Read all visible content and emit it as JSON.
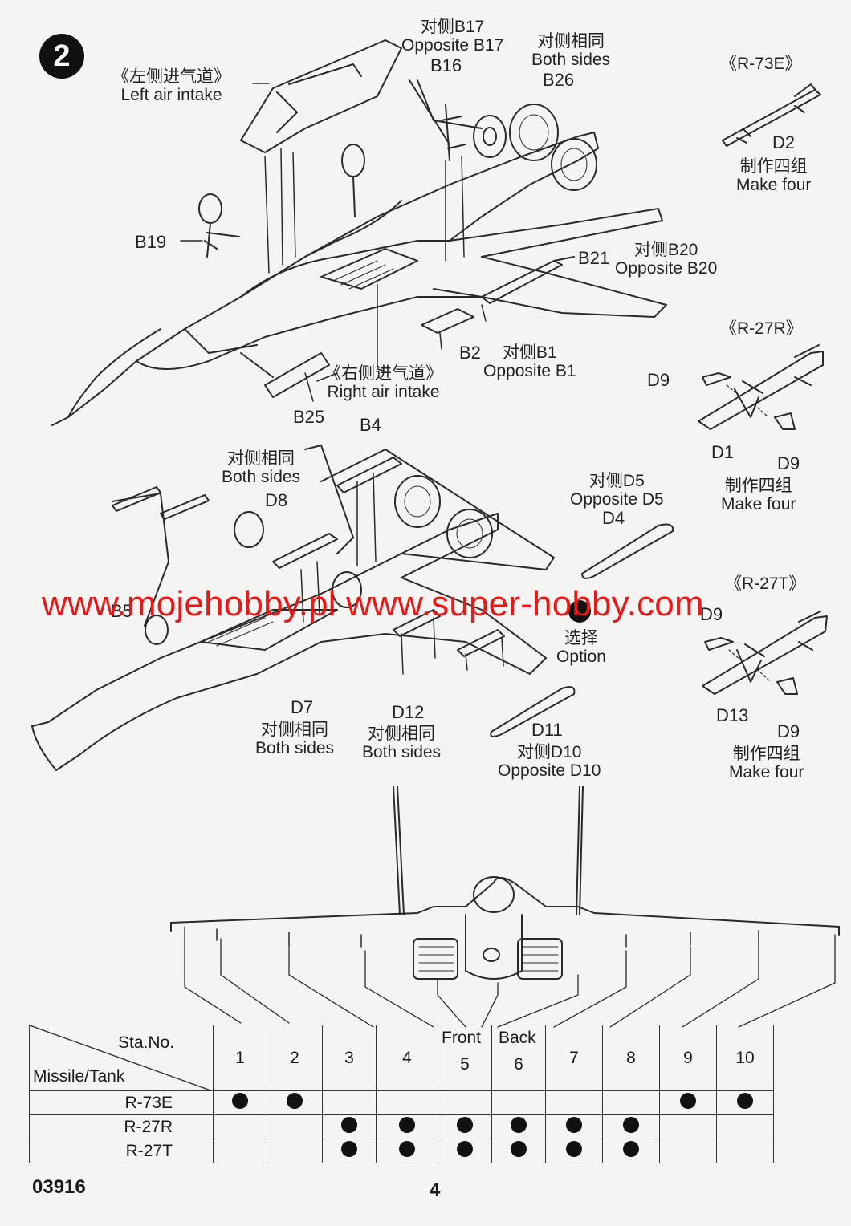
{
  "step_number": "2",
  "labels": {
    "left_intake_cn": "《左侧进气道》",
    "left_intake_en": "Left air intake",
    "b17_cn": "对侧B17",
    "b17_en": "Opposite B17",
    "b16": "B16",
    "both1_cn": "对侧相同",
    "both1_en": "Both sides",
    "b26": "B26",
    "r73e": "《R-73E》",
    "d2": "D2",
    "make4_1_cn": "制作四组",
    "make4_1_en": "Make four",
    "b19": "B19",
    "b21": "B21",
    "b20_cn": "对侧B20",
    "b20_en": "Opposite B20",
    "r27r": "《R-27R》",
    "b2": "B2",
    "b1_cn": "对侧B1",
    "b1_en": "Opposite B1",
    "right_intake_cn": "《右侧进气道》",
    "right_intake_en": "Right air intake",
    "b25": "B25",
    "d9a": "D9",
    "d1": "D1",
    "d9b": "D9",
    "make4_2_cn": "制作四组",
    "make4_2_en": "Make four",
    "b4": "B4",
    "both2_cn": "对侧相同",
    "both2_en": "Both sides",
    "d8": "D8",
    "d5_cn": "对侧D5",
    "d5_en": "Opposite D5",
    "d4": "D4",
    "b5": "B5",
    "r27t": "《R-27T》",
    "d9c": "D9",
    "option_cn": "选择",
    "option_en": "Option",
    "d13": "D13",
    "d9d": "D9",
    "make4_3_cn": "制作四组",
    "make4_3_en": "Make four",
    "d7": "D7",
    "both3_cn": "对侧相同",
    "both3_en": "Both sides",
    "d12": "D12",
    "both4_cn": "对侧相同",
    "both4_en": "Both sides",
    "d11": "D11",
    "d10_cn": "对侧D10",
    "d10_en": "Opposite D10"
  },
  "watermark": "www.mojehobby.pl www.super-hobby.com",
  "watermark_color": "#e81818",
  "table": {
    "sta_no_label": "Sta.No.",
    "missile_tank_label": "Missile/Tank",
    "front_label": "Front",
    "back_label": "Back",
    "stations": [
      "1",
      "2",
      "3",
      "4",
      "5",
      "6",
      "7",
      "8",
      "9",
      "10"
    ],
    "rows": [
      {
        "name": "R-73E",
        "marks": [
          true,
          true,
          false,
          false,
          false,
          false,
          false,
          false,
          true,
          true
        ]
      },
      {
        "name": "R-27R",
        "marks": [
          false,
          false,
          true,
          true,
          true,
          true,
          true,
          true,
          false,
          false
        ]
      },
      {
        "name": "R-27T",
        "marks": [
          false,
          false,
          true,
          true,
          true,
          true,
          true,
          true,
          false,
          false
        ]
      }
    ]
  },
  "footer": {
    "code": "03916",
    "page": "4"
  }
}
